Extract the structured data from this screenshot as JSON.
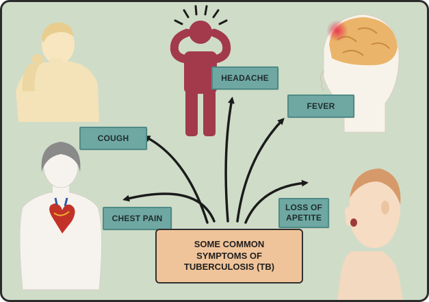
{
  "title": {
    "line1": "SOME COMMON",
    "line2": "SYMPTOMS OF",
    "line3": "TUBERCULOSIS (TB)"
  },
  "symptoms": {
    "cough": "COUGH",
    "headache": "HEADACHE",
    "fever": "FEVER",
    "chest_pain": "CHEST PAIN",
    "loss_of_appetite_line1": "LOSS OF",
    "loss_of_appetite_line2": "APETITE"
  },
  "colors": {
    "background": "#cfdcc8",
    "label_fill": "#6fa8a3",
    "center_fill": "#f0c49a",
    "headache_figure": "#a23a4c",
    "arrow": "#1b1b1b"
  }
}
